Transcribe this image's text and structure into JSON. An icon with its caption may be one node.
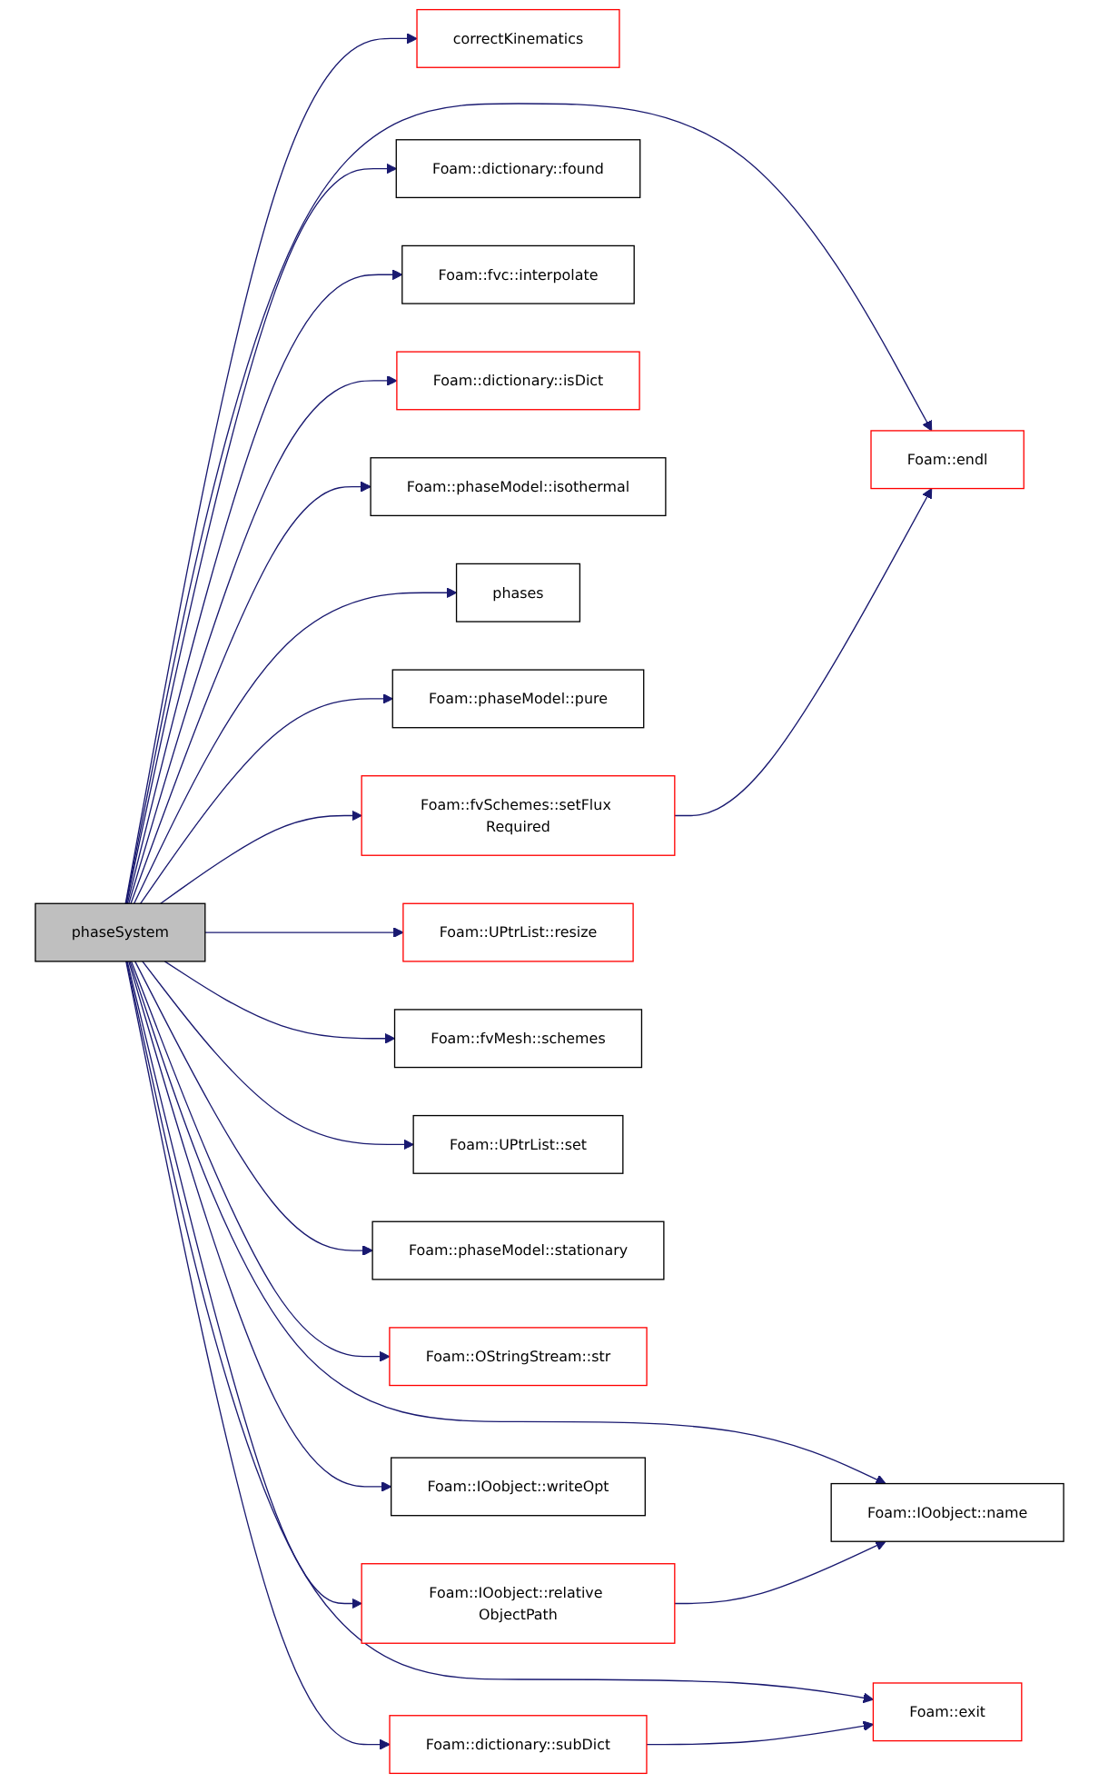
{
  "diagram": {
    "nodes": [
      {
        "text": [
          "phaseSystem"
        ]
      },
      {
        "text": [
          "correctKinematics"
        ]
      },
      {
        "text": [
          "Foam::fvSchemes::setFlux Required"
        ]
      },
      {
        "text": [
          "Foam::endl"
        ]
      },
      {
        "text": [
          "Foam::dictionary::found"
        ]
      },
      {
        "text": [
          "Foam::fvc::interpolate"
        ]
      },
      {
        "text": [
          "Foam::dictionary::isDict"
        ]
      },
      {
        "text": [
          "Foam::phaseModel::isothermal"
        ]
      },
      {
        "text": [
          "Foam::IOobject::name"
        ]
      },
      {
        "text": [
          "phases"
        ]
      },
      {
        "text": [
          "Foam::phaseModel::pure"
        ]
      },
      {
        "text": [
          "Foam::IOobject::relative ObjectPath"
        ]
      },
      {
        "text": [
          "Foam::UPtrList::resize"
        ]
      },
      {
        "text": [
          "Foam::fvMesh::schemes"
        ]
      },
      {
        "text": [
          "Foam::UPtrList::set"
        ]
      },
      {
        "text": [
          "Foam::exit"
        ]
      },
      {
        "text": [
          "Foam::phaseModel::stationary"
        ]
      },
      {
        "text": [
          "Foam::OStringStream::str"
        ]
      },
      {
        "text": [
          "Foam::dictionary::subDict"
        ]
      },
      {
        "text": [
          "Foam::IOobject::writeOpt"
        ]
      }
    ],
    "edges": [
      {
        "from": 0,
        "to": 1,
        "arrow": "to"
      },
      {
        "from": 0,
        "to": 2,
        "arrow": "to"
      },
      {
        "from": 0,
        "to": 3,
        "arrow": "to"
      },
      {
        "from": 0,
        "to": 4,
        "arrow": "to"
      },
      {
        "from": 0,
        "to": 5,
        "arrow": "to"
      },
      {
        "from": 0,
        "to": 6,
        "arrow": "to"
      },
      {
        "from": 0,
        "to": 7,
        "arrow": "to"
      },
      {
        "from": 0,
        "to": 8,
        "arrow": "to"
      },
      {
        "from": 0,
        "to": 9,
        "arrow": "to"
      },
      {
        "from": 0,
        "to": 10,
        "arrow": "to"
      },
      {
        "from": 0,
        "to": 11,
        "arrow": "to"
      },
      {
        "from": 0,
        "to": 12,
        "arrow": "to"
      },
      {
        "from": 0,
        "to": 13,
        "arrow": "to"
      },
      {
        "from": 0,
        "to": 14,
        "arrow": "to"
      },
      {
        "from": 0,
        "to": 15,
        "arrow": "to"
      },
      {
        "from": 0,
        "to": 16,
        "arrow": "to"
      },
      {
        "from": 0,
        "to": 17,
        "arrow": "to"
      },
      {
        "from": 0,
        "to": 18,
        "arrow": "to"
      },
      {
        "from": 0,
        "to": 19,
        "arrow": "to"
      },
      {
        "from": 2,
        "to": 3,
        "arrow": "to"
      },
      {
        "from": 11,
        "to": 8,
        "arrow": "to"
      },
      {
        "from": 18,
        "to": 15,
        "arrow": "to"
      }
    ]
  }
}
